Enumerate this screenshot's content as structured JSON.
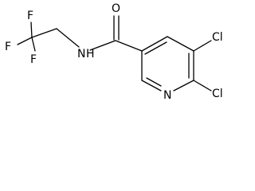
{
  "molecule": {
    "atoms": {
      "oxygen": "O",
      "amide_nitrogen": "N",
      "amide_hydrogen": "H",
      "ring_nitrogen": "N",
      "chlorine_top": "Cl",
      "chlorine_bottom": "Cl",
      "fluorine_top": "F",
      "fluorine_left": "F",
      "fluorine_bottom": "F"
    },
    "colors": {
      "line": "#000000",
      "text": "#000000",
      "background": "#ffffff"
    }
  }
}
